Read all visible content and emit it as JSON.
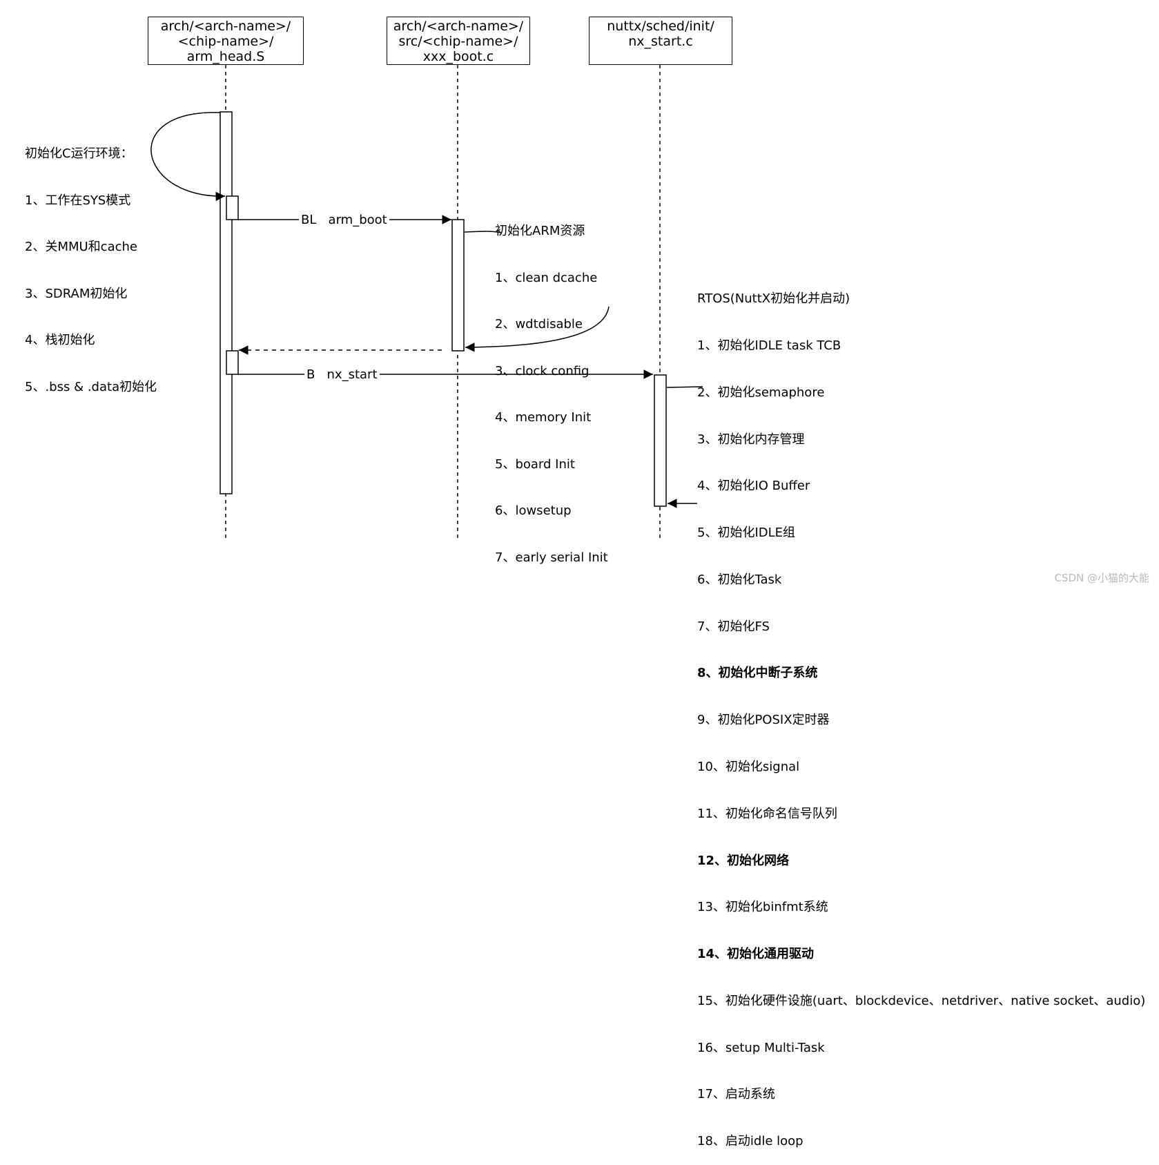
{
  "participants": [
    {
      "id": "arm_head",
      "lines": [
        "arch/<arch-name>/",
        "<chip-name>/",
        "arm_head.S"
      ]
    },
    {
      "id": "xxx_boot",
      "lines": [
        "arch/<arch-name>/",
        "src/<chip-name>/",
        "xxx_boot.c"
      ]
    },
    {
      "id": "nx_start",
      "lines": [
        "nuttx/sched/init/",
        "nx_start.c"
      ]
    }
  ],
  "notes": {
    "c_runtime": {
      "title": "初始化C运行环境：",
      "items": [
        "1、工作在SYS模式",
        "2、关MMU和cache",
        "3、SDRAM初始化",
        "4、栈初始化",
        "5、.bss & .data初始化"
      ]
    },
    "arm_resources": {
      "title": "初始化ARM资源",
      "items": [
        "1、clean dcache",
        "2、wdtdisable",
        "3、clock config",
        "4、memory Init",
        "5、board Init",
        "6、lowsetup",
        "7、early serial Init"
      ]
    },
    "rtos_init": {
      "title": "RTOS(NuttX初始化并启动)",
      "items": [
        {
          "text": "1、初始化IDLE task TCB",
          "bold": false
        },
        {
          "text": "2、初始化semaphore",
          "bold": false
        },
        {
          "text": "3、初始化内存管理",
          "bold": false
        },
        {
          "text": "4、初始化IO Buffer",
          "bold": false
        },
        {
          "text": "5、初始化IDLE组",
          "bold": false
        },
        {
          "text": "6、初始化Task",
          "bold": false
        },
        {
          "text": "7、初始化FS",
          "bold": false
        },
        {
          "text": "8、初始化中断子系统",
          "bold": true
        },
        {
          "text": "9、初始化POSIX定时器",
          "bold": false
        },
        {
          "text": "10、初始化signal",
          "bold": false
        },
        {
          "text": "11、初始化命名信号队列",
          "bold": false
        },
        {
          "text": "12、初始化网络",
          "bold": true
        },
        {
          "text": "13、初始化binfmt系统",
          "bold": false
        },
        {
          "text": "14、初始化通用驱动",
          "bold": true
        },
        {
          "text": "15、初始化硬件设施(uart、blockdevice、netdriver、native socket、audio)",
          "bold": false
        },
        {
          "text": "16、setup Multi-Task",
          "bold": false
        },
        {
          "text": "17、启动系统",
          "bold": false
        },
        {
          "text": "18、启动idle loop",
          "bold": false
        }
      ]
    }
  },
  "messages": {
    "bl_arm_boot": "BL   arm_boot",
    "b_nx_start": "B   nx_start"
  },
  "watermark": "CSDN @小猫的大能"
}
